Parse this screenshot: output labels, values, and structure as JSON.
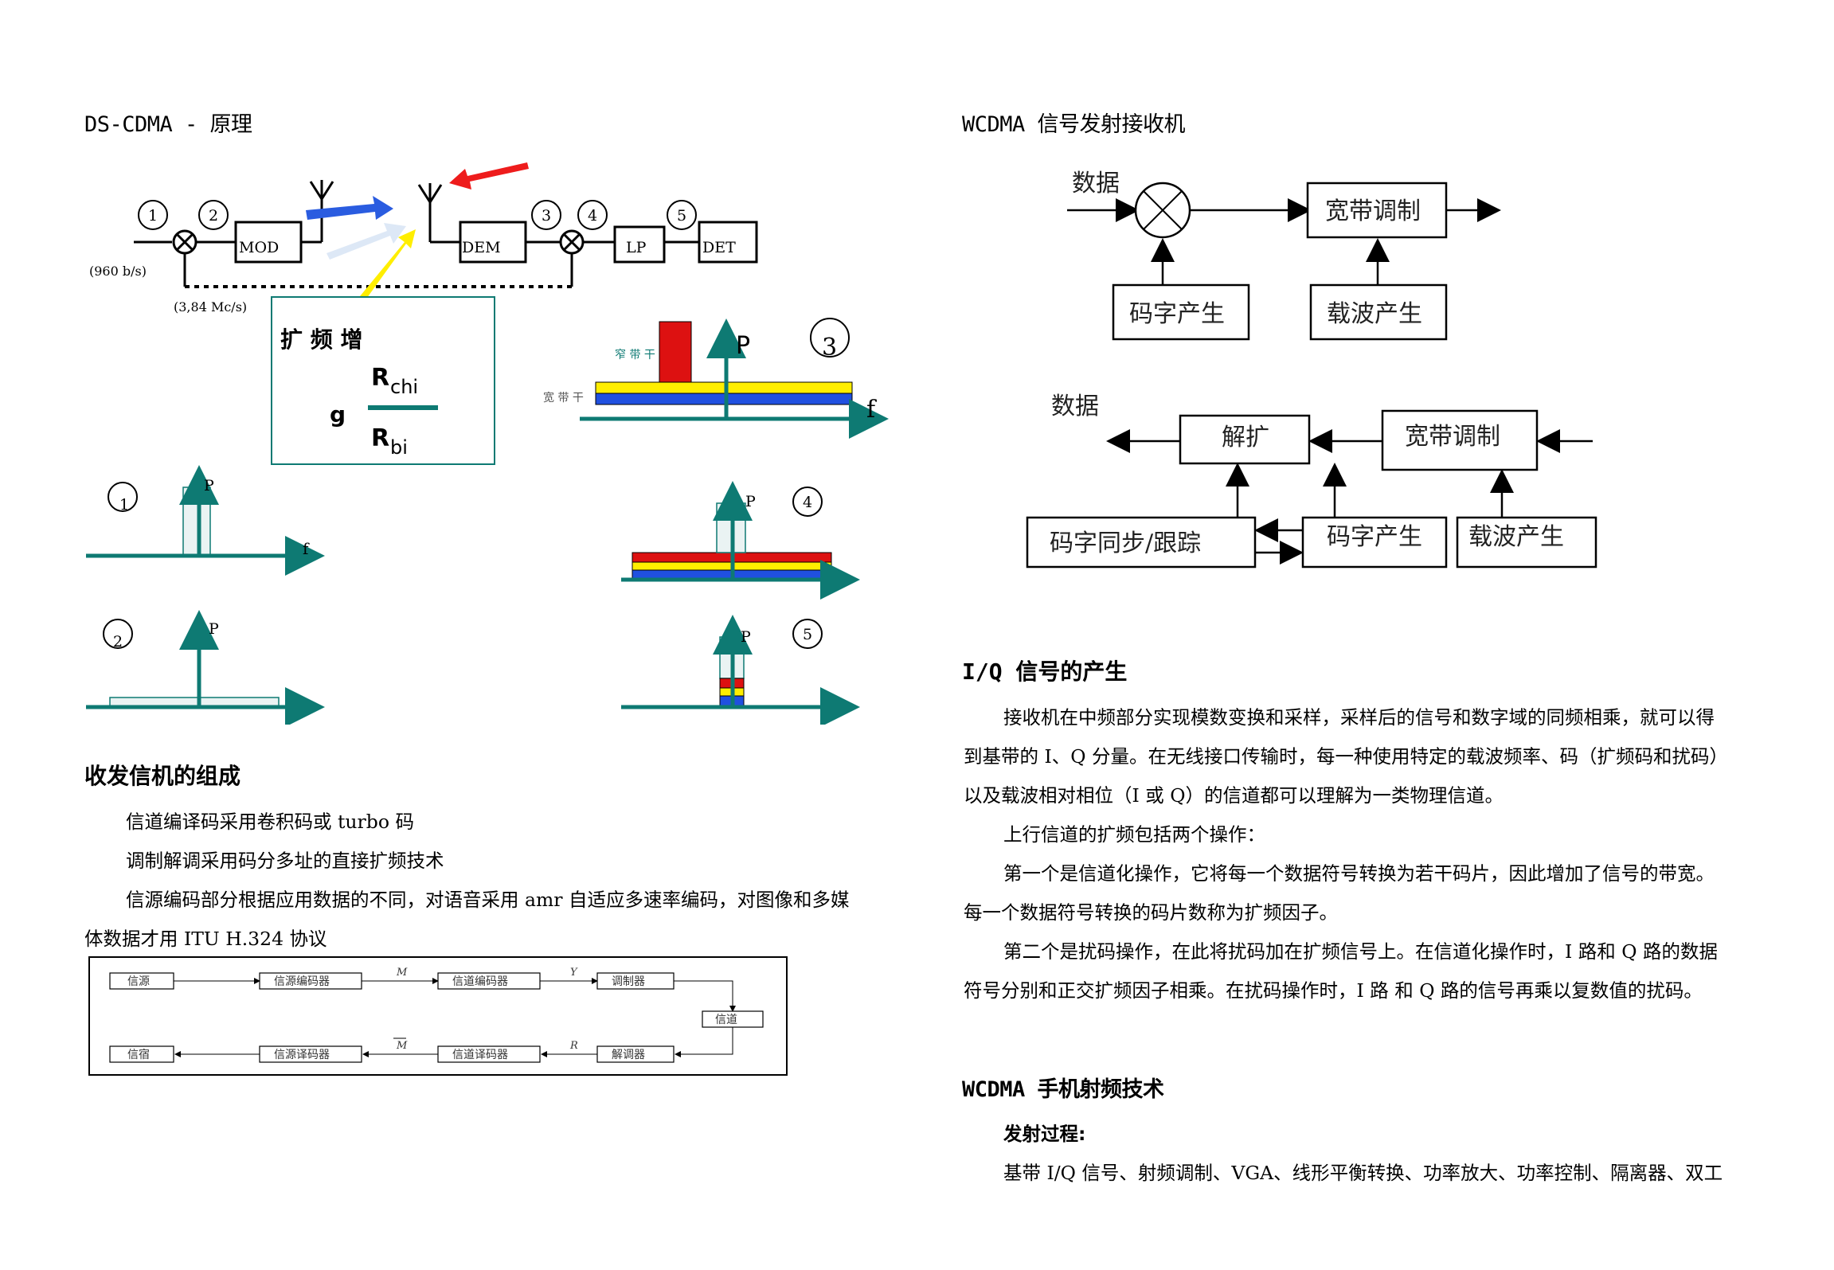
{
  "left": {
    "title": "DS-CDMA - 原理",
    "principle": {
      "node_labels": [
        "1",
        "2",
        "3",
        "4",
        "5"
      ],
      "blocks": [
        "MOD",
        "DEM",
        "LP",
        "DET"
      ],
      "rate_bits": "(960 b/s)",
      "rate_chips": "(3,84 Mc/s)",
      "gain_title": "扩 频 增",
      "gain_g": "g",
      "gain_num_main": "R",
      "gain_num_sub": "chi",
      "gain_den_main": "R",
      "gain_den_sub": "bi",
      "spectrum3_narrow": "窄 带 干",
      "spectrum3_wide": "宽 带 干",
      "axis_p": "P",
      "axis_f": "f",
      "plot_labels": [
        "1",
        "2",
        "3",
        "4",
        "5"
      ]
    },
    "transceiver_title": "收发信机的组成",
    "transceiver_lines": [
      "信道编译码采用卷积码或 turbo 码",
      "调制解调采用码分多址的直接扩频技术",
      "信源编码部分根据应用数据的不同，对语音采用 amr 自适应多速率编码，对图像和多媒",
      "体数据才用 ITU H.324 协议"
    ],
    "chain": {
      "top": [
        "信源",
        "信源编码器",
        "信道编码器",
        "调制器"
      ],
      "channel": "信道",
      "bottom": [
        "信宿",
        "信源译码器",
        "信道译码器",
        "解调器"
      ],
      "top_edge_labels": [
        "M",
        "Y"
      ],
      "bottom_edge_labels": [
        "M",
        "R"
      ]
    }
  },
  "right": {
    "title": "WCDMA 信号发射接收机",
    "tx": {
      "input": "数据",
      "modulator": "宽带调制",
      "code_gen": "码字产生",
      "carrier_gen": "载波产生"
    },
    "rx": {
      "output": "数据",
      "despread": "解扩",
      "demodulator": "宽带调制",
      "sync": "码字同步/跟踪",
      "code_gen": "码字产生",
      "carrier_gen": "载波产生"
    },
    "iq_title": "I/Q 信号的产生",
    "iq_paragraphs": [
      "接收机在中频部分实现模数变换和采样，采样后的信号和数字域的同频相乘，就可以得",
      "到基带的 I、Q 分量。在无线接口传输时，每一种使用特定的载波频率、码（扩频码和扰码）",
      "以及载波相对相位（I 或 Q）的信道都可以理解为一类物理信道。",
      "上行信道的扩频包括两个操作：",
      "第一个是信道化操作，它将每一个数据符号转换为若干码片，因此增加了信号的带宽。",
      "每一个数据符号转换的码片数称为扩频因子。",
      "第二个是扰码操作，在此将扰码加在扩频信号上。在信道化操作时，I 路和 Q 路的数据",
      "符号分别和正交扩频因子相乘。在扰码操作时，I 路 和 Q 路的信号再乘以复数值的扰码。"
    ],
    "rf_title": "WCDMA  手机射频技术",
    "rf_sub": "发射过程:",
    "rf_line": "基带 I/Q 信号、射频调制、VGA、线形平衡转换、功率放大、功率控制、隔离器、双工"
  },
  "colors": {
    "teal": "#0e7a73",
    "red": "#ee1c1c",
    "yellow": "#ffee00",
    "blue": "#2050e0",
    "dark_red": "#dd1111"
  }
}
